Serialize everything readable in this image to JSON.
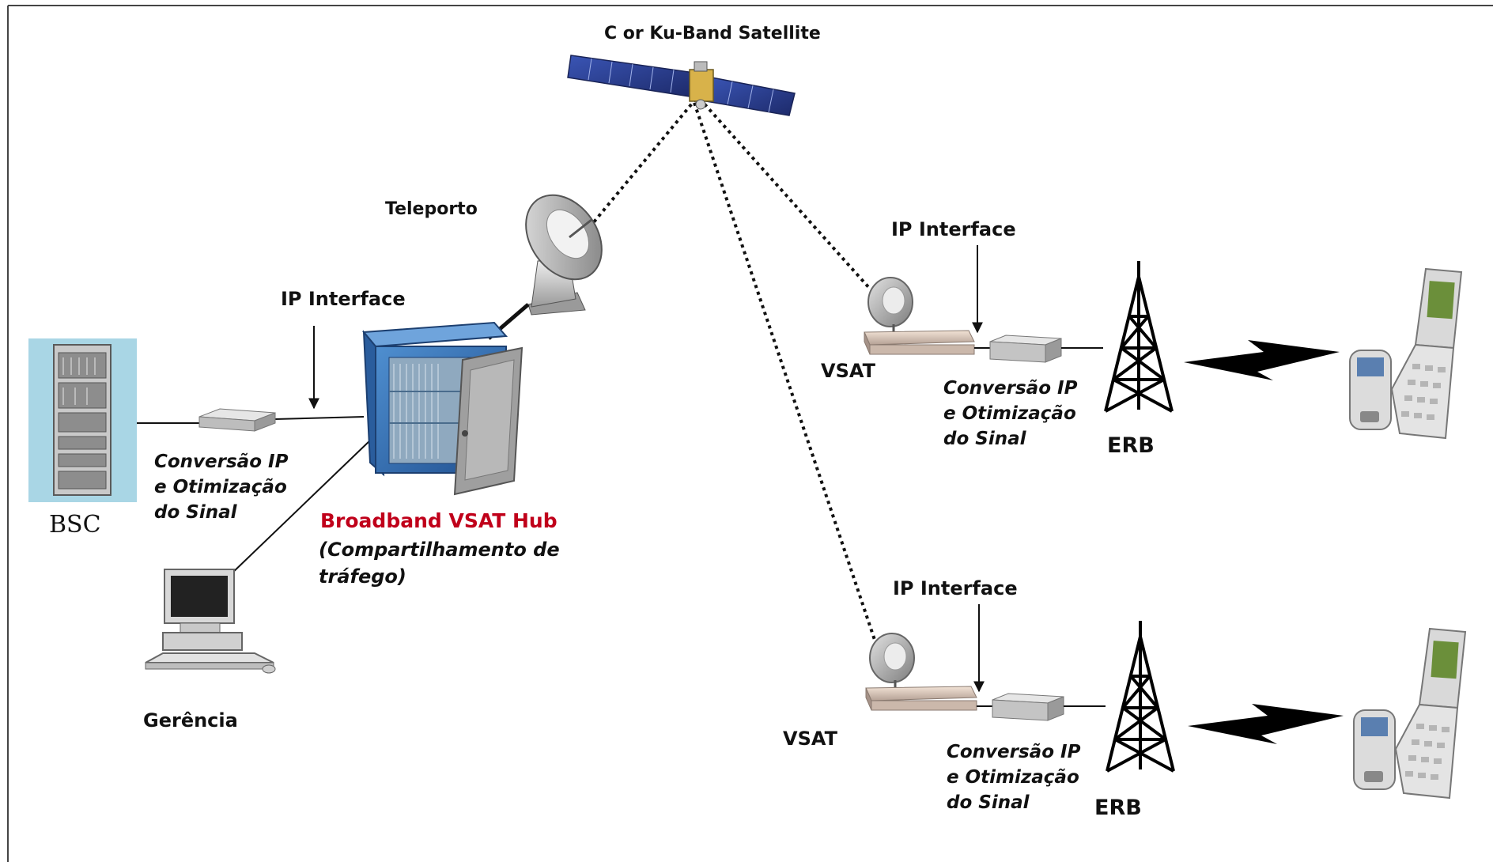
{
  "colors": {
    "frame": "#444444",
    "link": "#111111",
    "hub_accent": "#c0001a",
    "hub_blue": "#2f6bb0",
    "bsc_bg": "#a9d6e5",
    "panel_blue": "#2b3f8f"
  },
  "satellite": {
    "label": "C or Ku-Band Satellite",
    "icon": "satellite-icon"
  },
  "teleport": {
    "label": "Teleporto",
    "icon": "teleport-dish-icon"
  },
  "hub_site": {
    "ip_interface": "IP Interface",
    "conversion_lines": [
      "Conversão IP",
      "e Otimização",
      "do Sinal"
    ],
    "hub_title": "Broadband VSAT Hub",
    "hub_subtitle_lines": [
      "(Compartilhamento de",
      "tráfego)"
    ],
    "bsc_label": "BSC",
    "management_label": "Gerência",
    "icons": [
      "bsc-rack-icon",
      "ip-converter-icon",
      "hub-cabinet-icon",
      "computer-icon"
    ]
  },
  "remote_sites": [
    {
      "ip_interface": "IP Interface",
      "vsat_label": "VSAT",
      "conversion_lines": [
        "Conversão IP",
        "e Otimização",
        "do Sinal"
      ],
      "erb_label": "ERB",
      "icons": [
        "vsat-dish-icon",
        "modem-icon",
        "ip-converter-icon",
        "cell-tower-icon",
        "lightning-link-icon",
        "mobile-phones-icon"
      ]
    },
    {
      "ip_interface": "IP Interface",
      "vsat_label": "VSAT",
      "conversion_lines": [
        "Conversão IP",
        "e Otimização",
        "do Sinal"
      ],
      "erb_label": "ERB",
      "icons": [
        "vsat-dish-icon",
        "modem-icon",
        "ip-converter-icon",
        "cell-tower-icon",
        "lightning-link-icon",
        "mobile-phones-icon"
      ]
    }
  ]
}
